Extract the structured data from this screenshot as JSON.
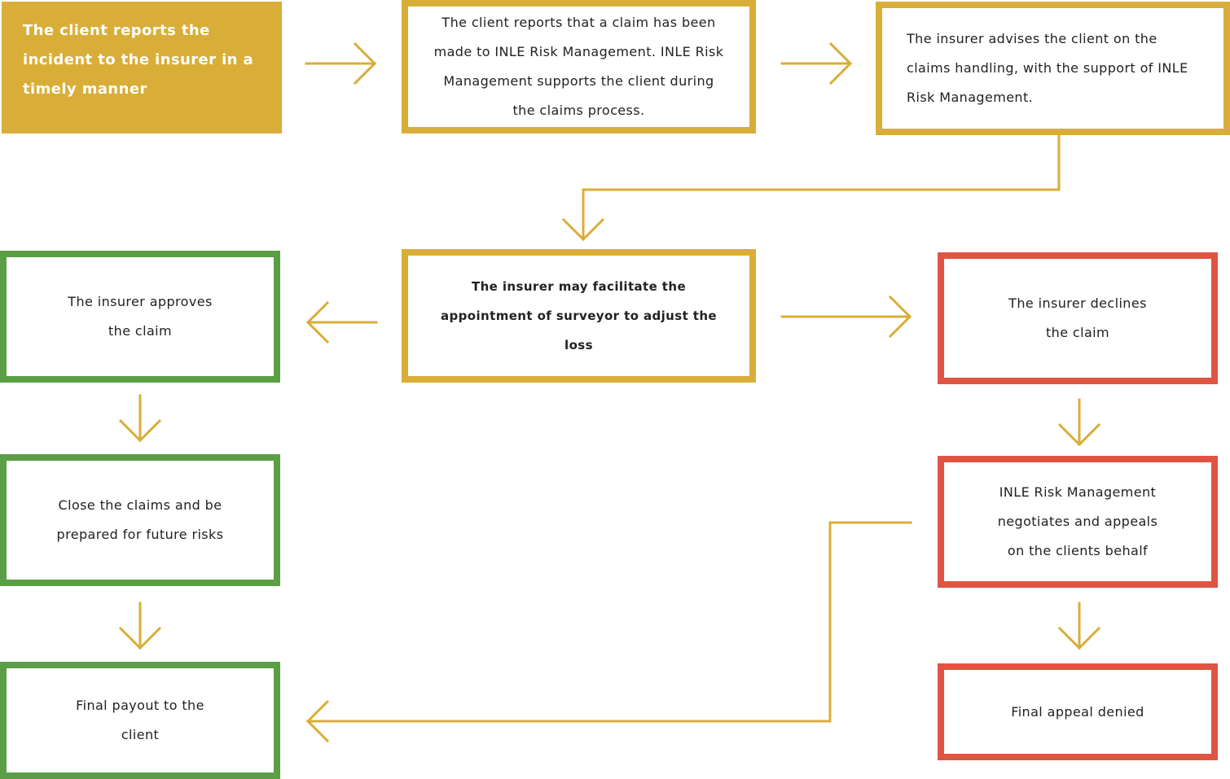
{
  "colors": {
    "gold": "#D9AE38",
    "green": "#5A9E45",
    "red": "#E05443"
  },
  "steps": {
    "report_incident": "The client reports the incident to the insurer in a timely manner",
    "claim_reported": "The client reports that a claim has been made to INLE Risk Management. INLE Risk Management supports the client during the claims process.",
    "insurer_advises": "The insurer advises the client on the claims handling, with the support of INLE Risk Management.",
    "surveyor": "The insurer may facilitate the appointment of surveyor to adjust the loss",
    "approves": "The insurer approves the claim",
    "close_claims": "Close the claims and be prepared for future risks",
    "final_payout": "Final payout to the client",
    "declines": "The insurer declines the claim",
    "negotiates": "INLE Risk Management negotiates and appeals on the clients behalf",
    "appeal_denied": "Final appeal denied"
  }
}
